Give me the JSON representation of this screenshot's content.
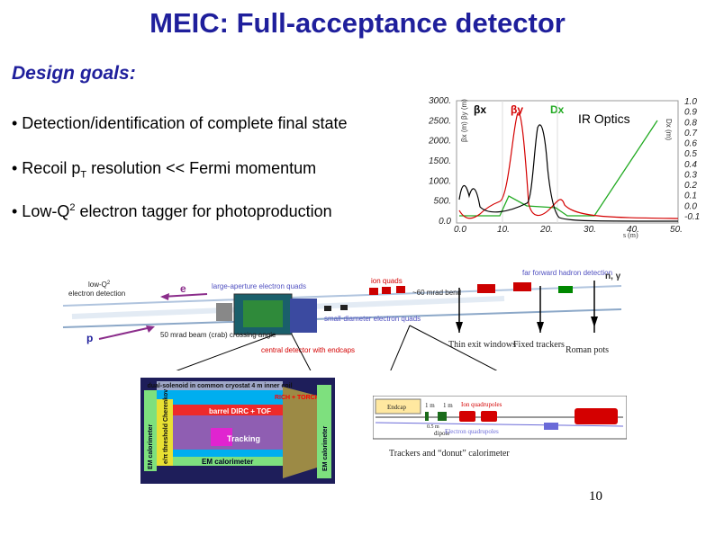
{
  "slide": {
    "title": "MEIC: Full-acceptance detector",
    "design_goals_heading": "Design goals:",
    "bullets": [
      {
        "text_a": "• Detection/identification of complete final state"
      },
      {
        "text_a": "• Recoil p",
        "sub": "T",
        "text_b": " resolution << Fermi momentum"
      },
      {
        "text_a": "• Low-Q",
        "sup": "2",
        "text_b": " electron tagger for photoproduction"
      }
    ],
    "page_number": "10"
  },
  "optics_plot": {
    "label": "IR Optics",
    "beta_x_label": "βx",
    "beta_y_label": "βy",
    "dispersion_label": "Dx",
    "left_axis_label": "βx (m) βy (m)",
    "right_axis_label": "Dx (m)",
    "x_axis_label": "s (m)",
    "left_ticks": [
      "3000.",
      "2500.",
      "2000.",
      "1500.",
      "1000.",
      "500.",
      "0.0"
    ],
    "right_ticks": [
      "1.0",
      "0.9",
      "0.8",
      "0.7",
      "0.6",
      "0.5",
      "0.4",
      "0.3",
      "0.2",
      "0.1",
      "0.0",
      "-0.1"
    ],
    "x_ticks": [
      "0.0",
      "10.",
      "20.",
      "30.",
      "40.",
      "50."
    ],
    "colors": {
      "beta_x": "#000000",
      "beta_y": "#d40000",
      "dispersion": "#22aa22"
    }
  },
  "layout_diagram": {
    "low_q2_label_a": "low-Q",
    "low_q2_sup": "2",
    "low_q2_label_b": "electron detection",
    "e_label": "e",
    "p_label": "p",
    "large_aperture_label": "large-aperture electron quads",
    "ion_quads_label": "ion quads",
    "bend_label": "~60 mrad bend",
    "far_forward_label": "far forward hadron detection",
    "n_gamma_label": "n, γ",
    "small_diameter_label": "small-diameter electron quads",
    "beam_label": "50 mrad beam (crab) crossing angle",
    "central_detector_label": "central detector with endcaps",
    "thin_exit_label": "Thin exit windows",
    "fixed_trackers_label": "Fixed trackers",
    "roman_pots_label": "Roman pots"
  },
  "detector_diagram": {
    "coil_label": "dual-solenoid in common cryostat 4 m inner coil",
    "em_cal_left": "EM calorimeter",
    "cherenkov": "e/π threshold Cherenkov",
    "barrel_label": "barrel DIRC + TOF",
    "tracking": "Tracking",
    "em_cal_bottom": "EM calorimeter",
    "rich_label": "RICH + TORCH?",
    "em_cal_right": "EM calorimeter"
  },
  "forward_diagram": {
    "endcap": "Endcap",
    "one_m_a": "1 m",
    "one_m_b": "1 m",
    "ion_quadrupoles": "Ion quadrupoles",
    "dipole": "dipole",
    "half_m": "0.5 m",
    "electron_quadrupoles": "Electron quadrupoles",
    "caption": "Trackers and “donut” calorimeter"
  }
}
